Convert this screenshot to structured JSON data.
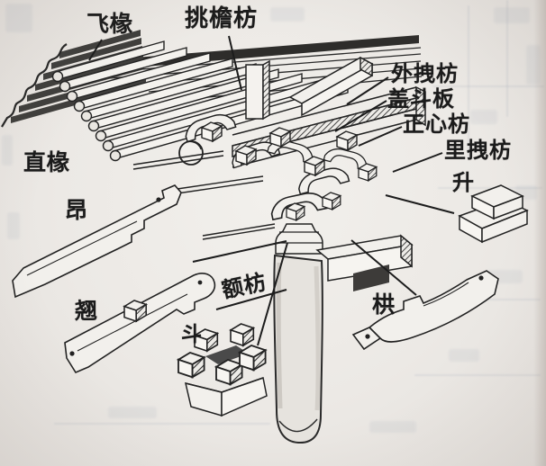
{
  "figure": {
    "kind": "scanned architectural diagram",
    "subject": "Chinese dougong bracket-set exploded line drawing"
  },
  "labels": {
    "fei_chuan": {
      "text": "飞椽"
    },
    "tiao_yan_fang": {
      "text": "挑檐枋"
    },
    "wai_zhuai_fang": {
      "text": "外拽枋"
    },
    "gai_dou_ban": {
      "text": "盖斗板"
    },
    "zheng_xin_fang": {
      "text": "正心枋"
    },
    "li_zhuai_fang": {
      "text": "里拽枋"
    },
    "sheng": {
      "text": "升"
    },
    "zhi_chuan": {
      "text": "直椽"
    },
    "ang": {
      "text": "昂"
    },
    "qiao": {
      "text": "翘"
    },
    "e_fang": {
      "text": "额枋"
    },
    "dou": {
      "text": "斗"
    },
    "gong": {
      "text": "栱"
    }
  },
  "colors": {
    "ink": "#1f1f1f",
    "paper": "#ece9e5",
    "dark_beam": "#2e2d2b",
    "shaded_face": "#3d3b39",
    "column_fill": "#e6e3de",
    "ghost_bleedthrough": "#a9b1bc"
  }
}
